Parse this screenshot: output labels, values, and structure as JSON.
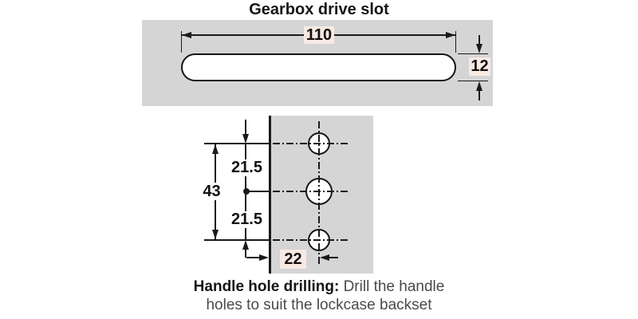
{
  "title": "Gearbox drive slot",
  "colors": {
    "panel_gray": "#d5d5d6",
    "dimension_label_pink": "#f8e9e3",
    "line_black": "#1a1a1a"
  },
  "gearbox_slot": {
    "length_label": "110",
    "height_label": "12"
  },
  "handle_drilling": {
    "hole_spacing_top": "21.5",
    "hole_spacing_bottom": "21.5",
    "hole_spacing_total": "43",
    "backset_label": "22"
  },
  "caption": {
    "lead_bold": "Handle hole drilling:",
    "line1_rest": " Drill the handle",
    "line2": "holes to suit the lockcase backset"
  }
}
